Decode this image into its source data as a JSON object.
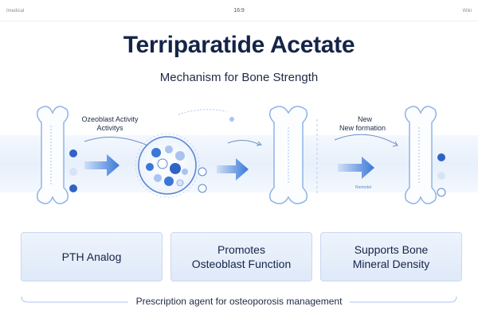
{
  "topbar": {
    "left": "Imedical",
    "center": "16:9",
    "right": "Wiki"
  },
  "title": "Terriparatide Acetate",
  "subtitle": "Mechanism for Bone Strength",
  "annotations": {
    "osteoblast_line1": "Ozeoblast Activity",
    "osteoblast_line2": "Activitys",
    "new_line1": "New",
    "new_line2": "New formation",
    "small_label": "Remodel"
  },
  "cards": [
    {
      "line1": "PTH Analog",
      "line2": ""
    },
    {
      "line1": "Promotes",
      "line2": "Osteoblast Function"
    },
    {
      "line1": "Supports Bone",
      "line2": "Mineral Density"
    }
  ],
  "footer": "Prescription agent for osteoporosis management",
  "colors": {
    "accent": "#3a78d8",
    "accent_light": "#a9c4ee",
    "bone_stroke": "#8fb3e6",
    "title": "#152448"
  }
}
